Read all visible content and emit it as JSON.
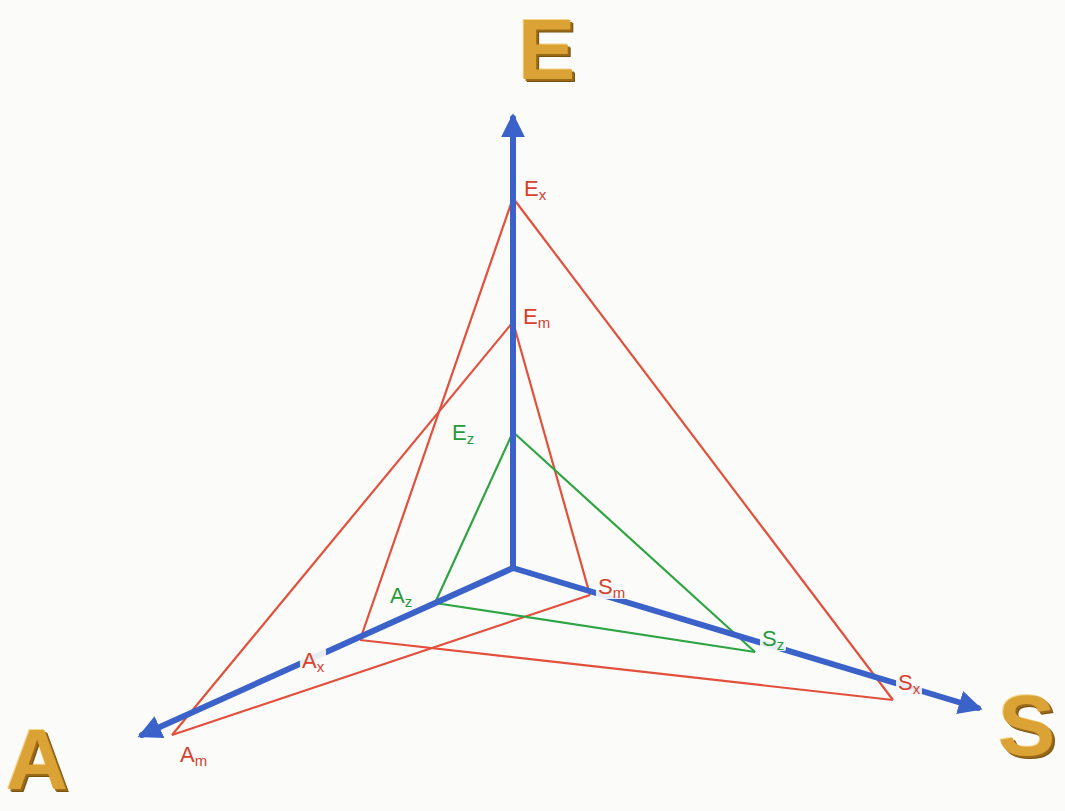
{
  "diagram": {
    "labels": [
      "E",
      "A",
      "S",
      "Ex",
      "Em",
      "Ez",
      "Az",
      "Ax",
      "Am",
      "Sm",
      "Sz",
      "Sx"
    ]
  }
}
